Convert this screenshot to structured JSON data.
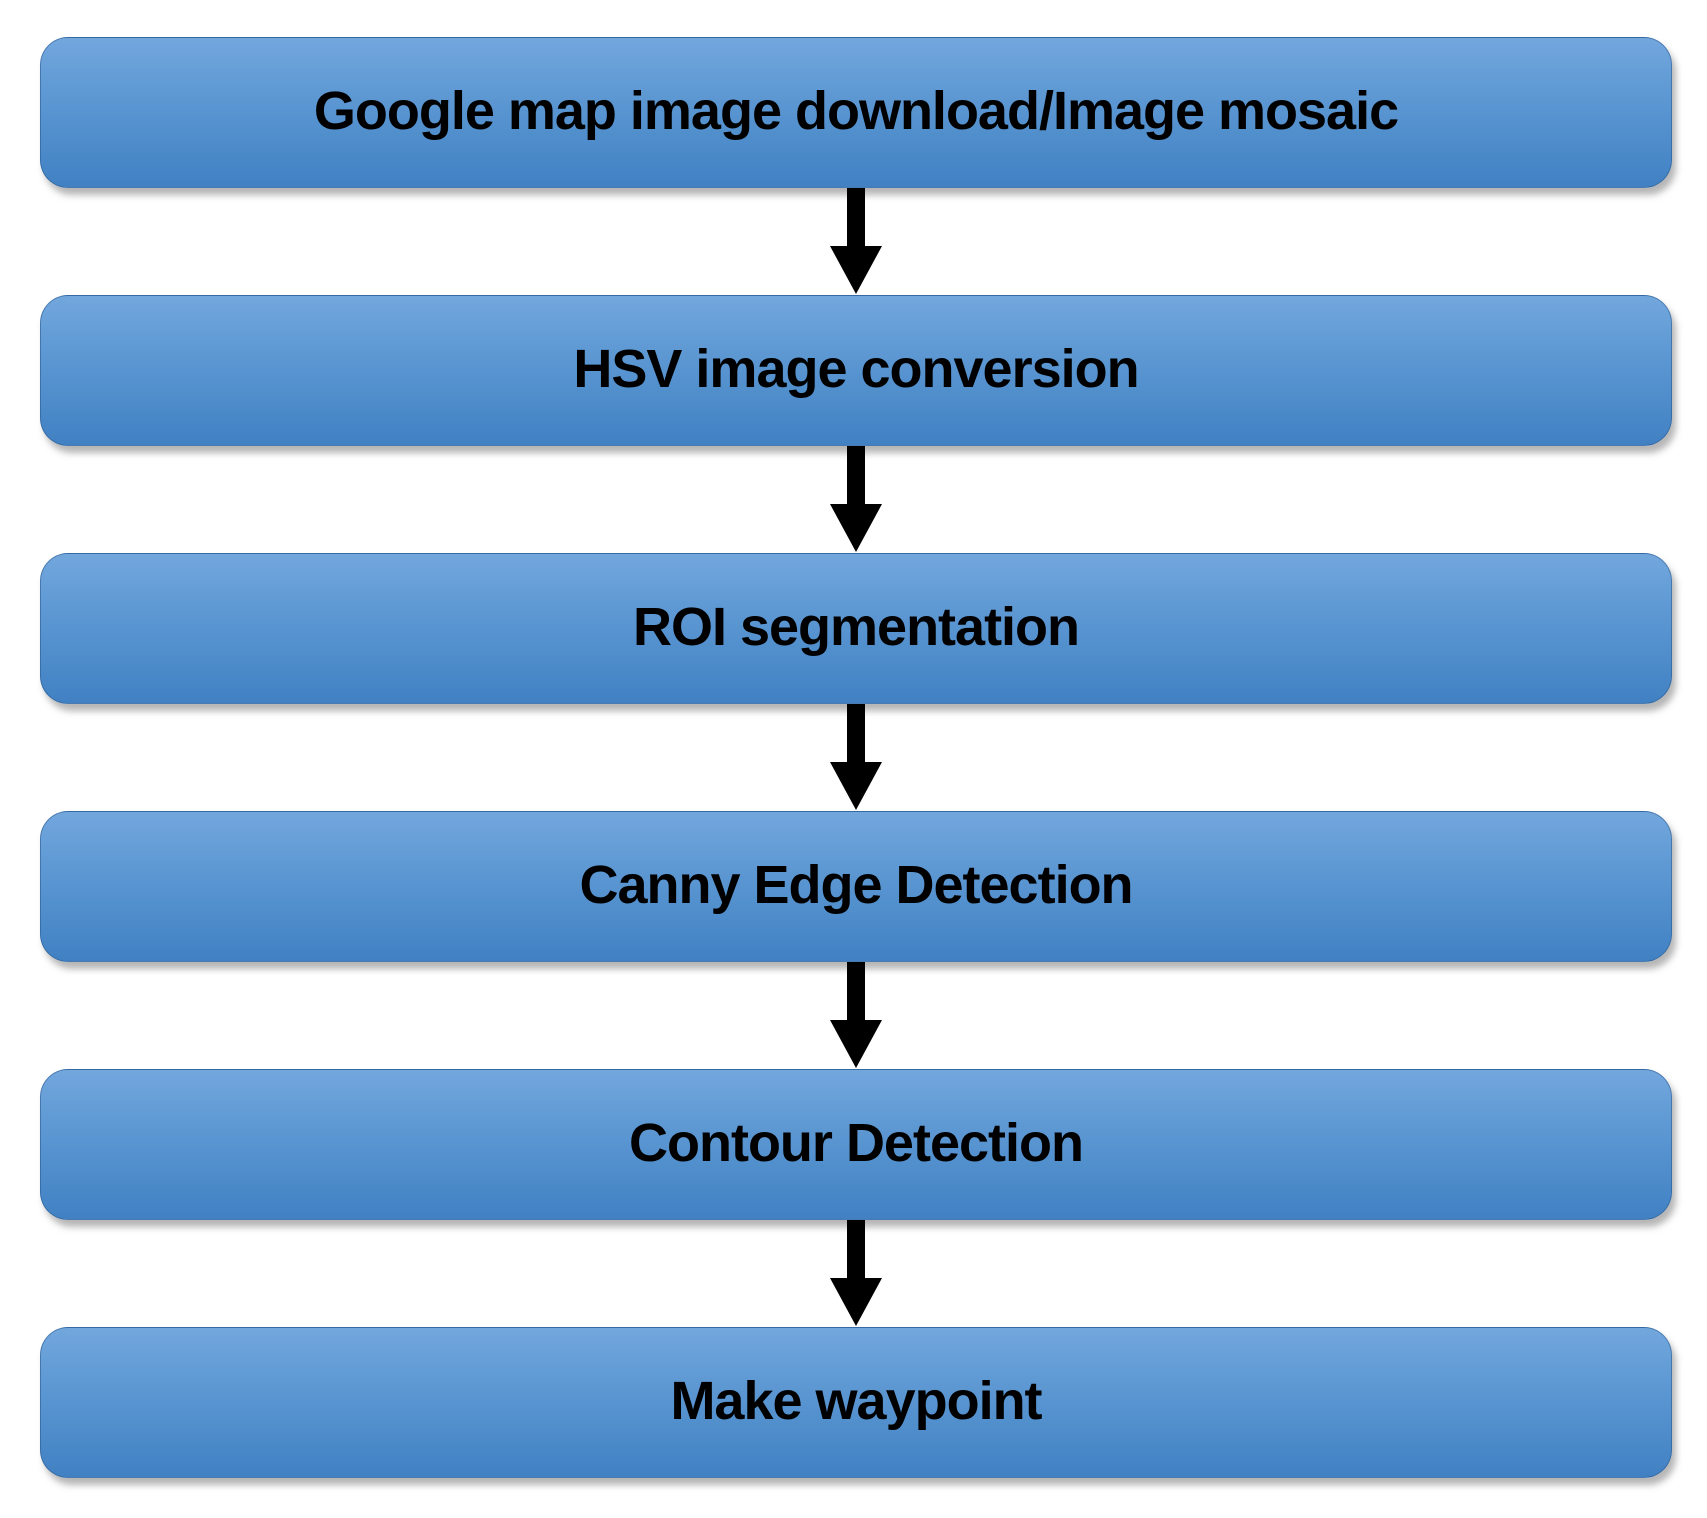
{
  "page": {
    "background": "#ffffff"
  },
  "flow": {
    "type": "flowchart",
    "direction": "top-to-bottom",
    "connector": "down-arrow",
    "colors": {
      "box_fill_top": "#72a7dd",
      "box_fill_mid": "#5592cf",
      "box_fill_bottom": "#4181c3",
      "box_border": "rgba(42, 88, 138, 0.55)",
      "text": "#000000",
      "arrow": "#000000"
    },
    "steps": [
      {
        "label": "Google map image download/Image mosaic"
      },
      {
        "label": "HSV image conversion"
      },
      {
        "label": "ROI segmentation"
      },
      {
        "label": "Canny Edge Detection"
      },
      {
        "label": "Contour Detection"
      },
      {
        "label": "Make waypoint"
      }
    ]
  }
}
